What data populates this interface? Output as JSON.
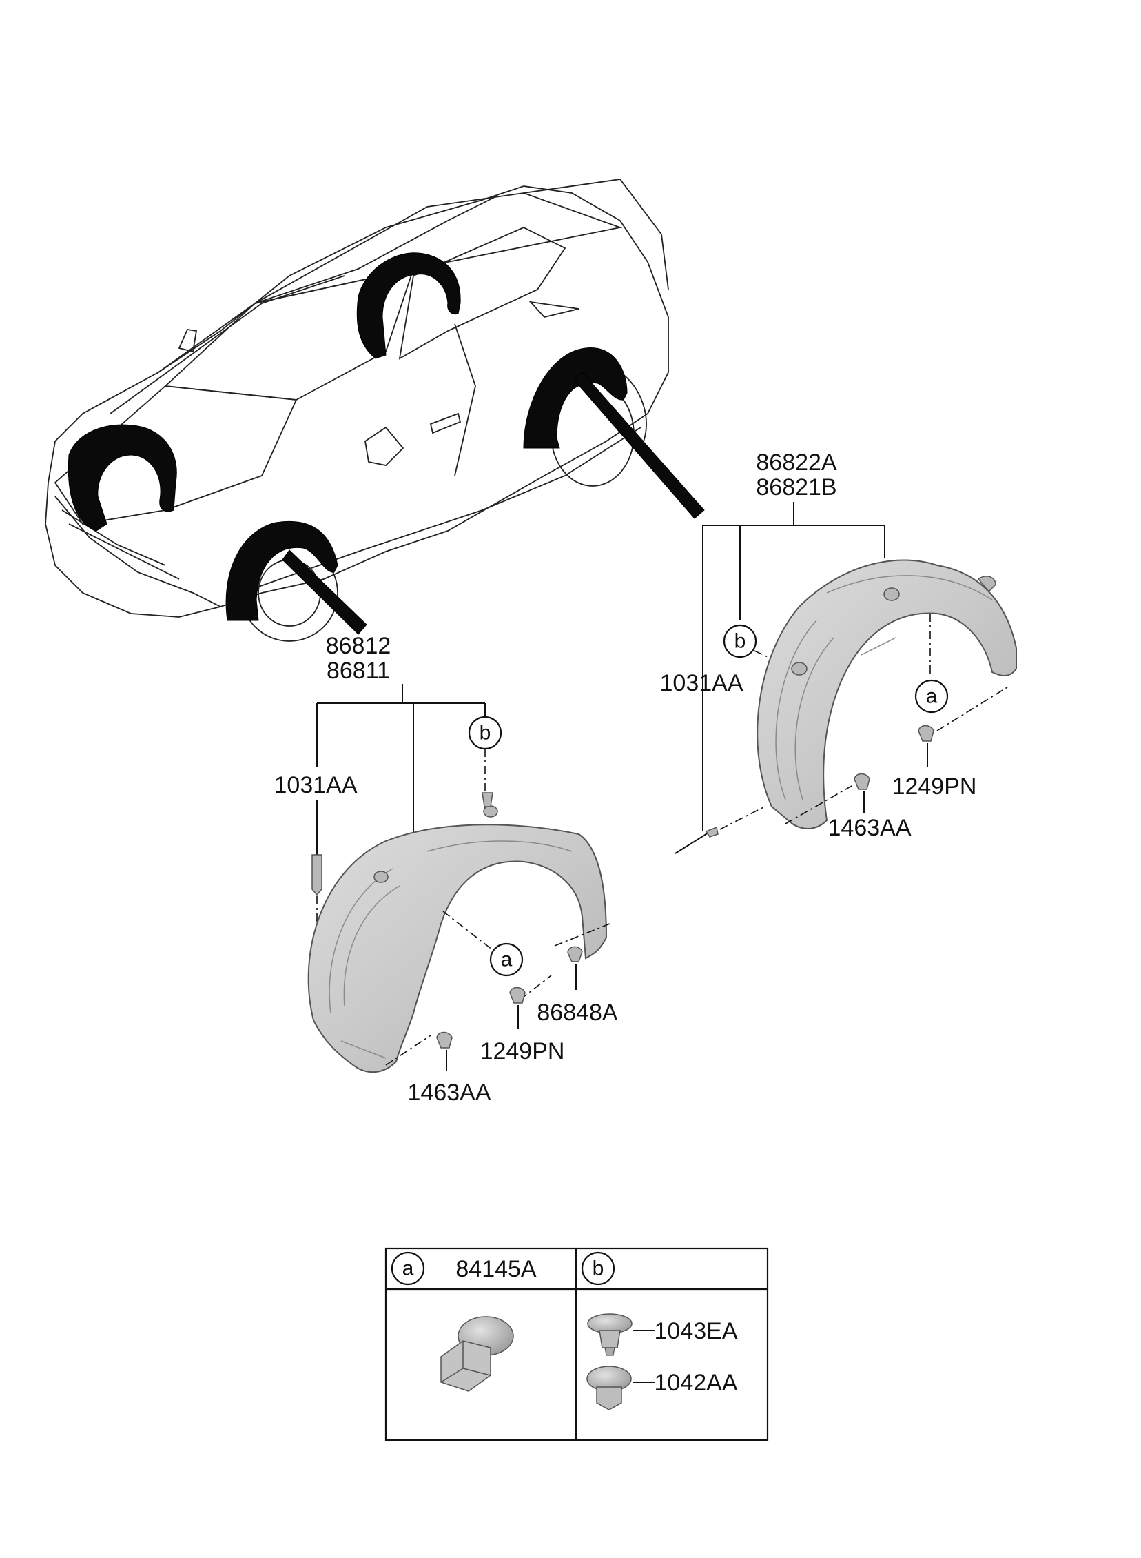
{
  "labels": {
    "front_part_upper": "86812",
    "front_part_lower": "86811",
    "rear_part_upper": "86822A",
    "rear_part_lower": "86821B",
    "front_1031": "1031AA",
    "rear_1031": "1031AA",
    "front_86848": "86848A",
    "front_1249": "1249PN",
    "rear_1249": "1249PN",
    "front_1463": "1463AA",
    "rear_1463": "1463AA"
  },
  "callouts": {
    "a": "a",
    "b": "b"
  },
  "legend_table": {
    "col_a_letter": "a",
    "col_a_part": "84145A",
    "col_b_letter": "b",
    "b_part_1": "1043EA",
    "b_part_2": "1042AA"
  }
}
